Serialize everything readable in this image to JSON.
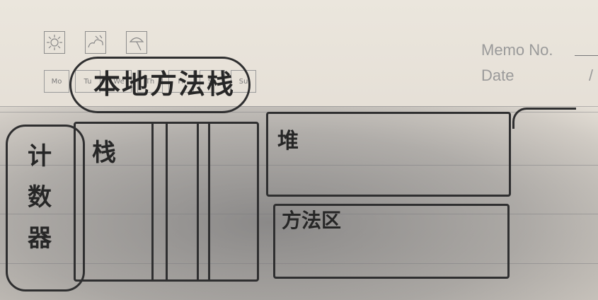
{
  "header": {
    "weather_icons": [
      "sun-icon",
      "cloudy-icon",
      "rain-icon"
    ],
    "weekdays": [
      "Mo",
      "Tu",
      "We",
      "Th",
      "Fr",
      "Sa",
      "Su"
    ],
    "memo_label": "Memo No.",
    "date_label": "Date",
    "date_separator": "/"
  },
  "sketch": {
    "title": "本地方法栈",
    "left_label": "计数器",
    "stack_label": "栈",
    "heap_label": "堆",
    "method_area_label": "方法区"
  }
}
